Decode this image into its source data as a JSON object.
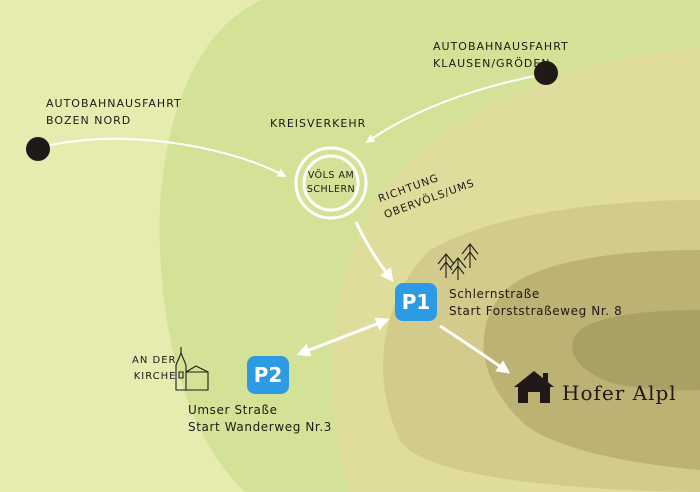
{
  "colors": {
    "zone_outer": "#e6ecb0",
    "zone_2": "#d3e296",
    "zone_3": "#e0dc9b",
    "zone_4": "#d3cb8b",
    "zone_5": "#bbb274",
    "zone_core": "#a9a164",
    "parking_blue": "#2d9ae4",
    "ink": "#1f1a17",
    "arrow": "#ffffff"
  },
  "exits": {
    "bozen_nord": {
      "line1": "Autobahnausfahrt",
      "line2": "Bozen Nord"
    },
    "klausen_groeden": {
      "line1": "Autobahnausfahrt",
      "line2": "Klausen/Gröden"
    }
  },
  "roundabout": {
    "title": "Kreisverkehr",
    "line1": "Völs am",
    "line2": "Schlern"
  },
  "direction": {
    "line1": "Richtung",
    "line2": "Obervöls/Ums"
  },
  "parking": {
    "p1": {
      "label": "P1",
      "line1": "Schlernstraße",
      "line2": "Start Forststraßeweg Nr. 8"
    },
    "p2": {
      "label": "P2",
      "line1": "Umser Straße",
      "line2": "Start Wanderweg Nr.3"
    }
  },
  "church": {
    "line1": "An der",
    "line2": "Kirche",
    "icon": "church-icon"
  },
  "forest": {
    "icon": "trees-icon"
  },
  "destination": {
    "name": "Hofer Alpl",
    "icon": "house-icon"
  }
}
